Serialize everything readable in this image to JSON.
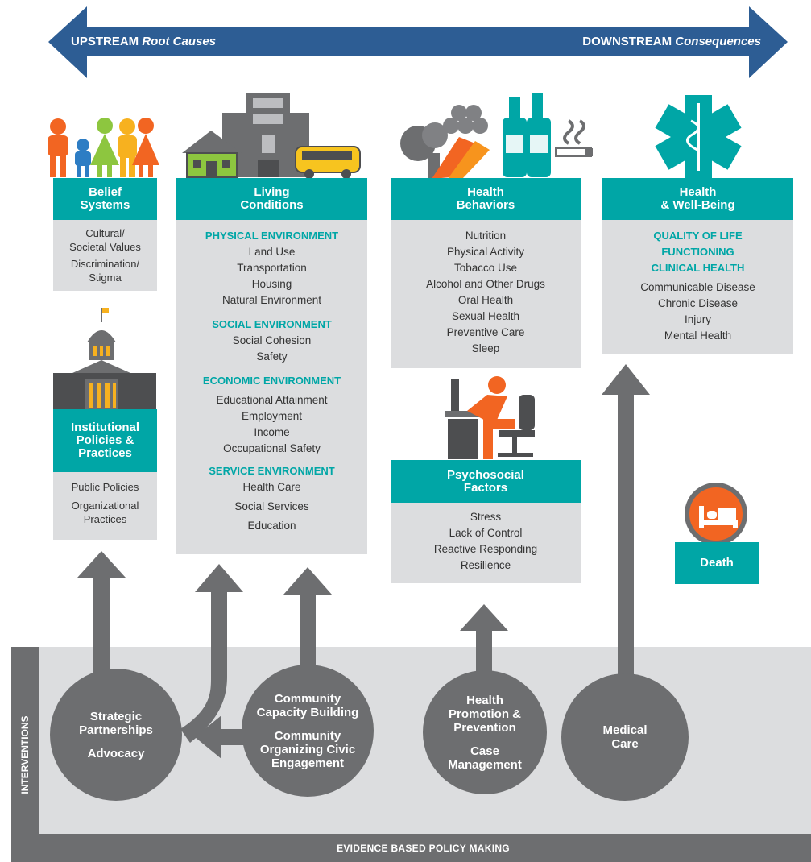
{
  "banner": {
    "upstream_bold": "UPSTREAM",
    "upstream_italic": "Root Causes",
    "downstream_bold": "DOWNSTREAM",
    "downstream_italic": "Consequences"
  },
  "belief": {
    "title_1": "Belief",
    "title_2": "Systems",
    "items": [
      "Cultural/",
      "Societal Values",
      "Discrimination/",
      "Stigma"
    ]
  },
  "living": {
    "title_1": "Living",
    "title_2": "Conditions",
    "physical": {
      "heading": "PHYSICAL ENVIRONMENT",
      "items": [
        "Land Use",
        "Transportation",
        "Housing",
        "Natural Environment"
      ]
    },
    "social": {
      "heading": "SOCIAL ENVIRONMENT",
      "items": [
        "Social Cohesion",
        "Safety"
      ]
    },
    "economic": {
      "heading": "ECONOMIC ENVIRONMENT",
      "items": [
        "Educational Attainment",
        "Employment",
        "Income",
        "Occupational Safety"
      ]
    },
    "service": {
      "heading": "SERVICE ENVIRONMENT",
      "items": [
        "Health Care",
        "Social Services",
        "Education"
      ]
    }
  },
  "behaviors": {
    "title_1": "Health",
    "title_2": "Behaviors",
    "items": [
      "Nutrition",
      "Physical Activity",
      "Tobacco Use",
      "Alcohol and Other Drugs",
      "Oral Health",
      "Sexual Health",
      "Preventive Care",
      "Sleep"
    ]
  },
  "wellbeing": {
    "title_1": "Health",
    "title_2": "& Well-Being",
    "headings": [
      "QUALITY OF LIFE",
      "FUNCTIONING",
      "CLINICAL HEALTH"
    ],
    "items": [
      "Communicable Disease",
      "Chronic Disease",
      "Injury",
      "Mental Health"
    ]
  },
  "institutional": {
    "title_1": "Institutional",
    "title_2": "Policies &",
    "title_3": "Practices",
    "items": [
      "Public Policies",
      "Organizational",
      "Practices"
    ]
  },
  "psychosocial": {
    "title_1": "Psychosocial",
    "title_2": "Factors",
    "items": [
      "Stress",
      "Lack of Control",
      "Reactive Responding",
      "Resilience"
    ]
  },
  "death": {
    "label": "Death"
  },
  "interventions": {
    "side_label": "INTERVENTIONS",
    "bottom_label": "EVIDENCE BASED POLICY MAKING",
    "c1": [
      "Strategic",
      "Partnerships",
      "Advocacy"
    ],
    "c2": [
      "Community",
      "Capacity Building",
      "Community",
      "Organizing Civic",
      "Engagement"
    ],
    "c3": [
      "Health",
      "Promotion &",
      "Prevention",
      "Case",
      "Management"
    ],
    "c4": [
      "Medical",
      "Care"
    ]
  },
  "colors": {
    "teal": "#00a6a6",
    "navy": "#2d5d94",
    "gray": "#6d6e70",
    "light_gray": "#dcdddf",
    "orange": "#f26522"
  }
}
